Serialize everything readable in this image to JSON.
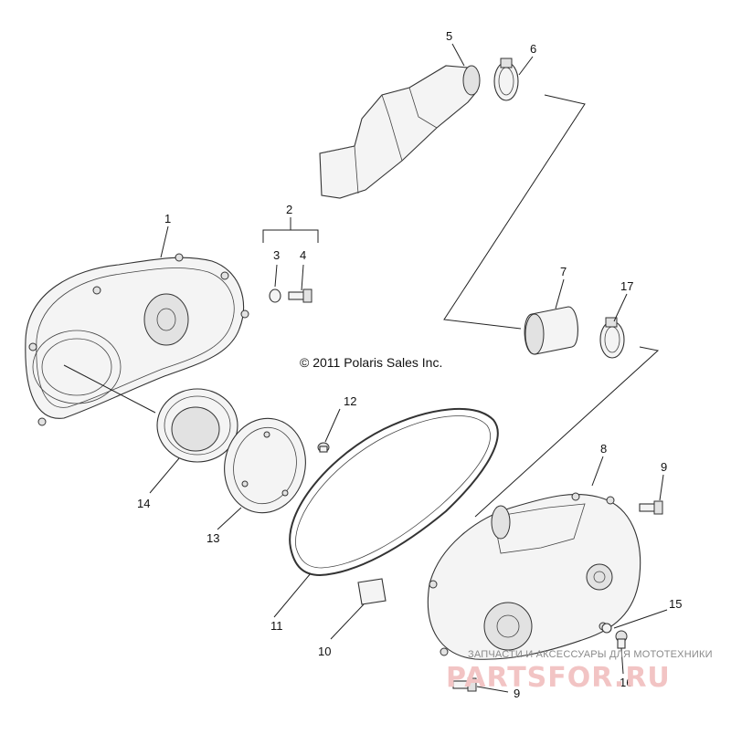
{
  "copyright": "© 2011 Polaris Sales Inc.",
  "watermark": {
    "tagline": "ЗАПЧАСТИ И АКСЕССУАРЫ ДЛЯ МОТОТЕХНИКИ",
    "logo": "PARTSFOR.RU"
  },
  "callouts": {
    "c1": "1",
    "c2": "2",
    "c3": "3",
    "c4": "4",
    "c5": "5",
    "c6": "6",
    "c7": "7",
    "c8": "8",
    "c9a": "9",
    "c9b": "9",
    "c10": "10",
    "c11": "11",
    "c12": "12",
    "c13": "13",
    "c14": "14",
    "c15": "15",
    "c16": "16",
    "c17": "17"
  },
  "colors": {
    "line": "#222222",
    "watermark_logo": "#f2c4c4",
    "watermark_text": "#8a8a8a"
  }
}
